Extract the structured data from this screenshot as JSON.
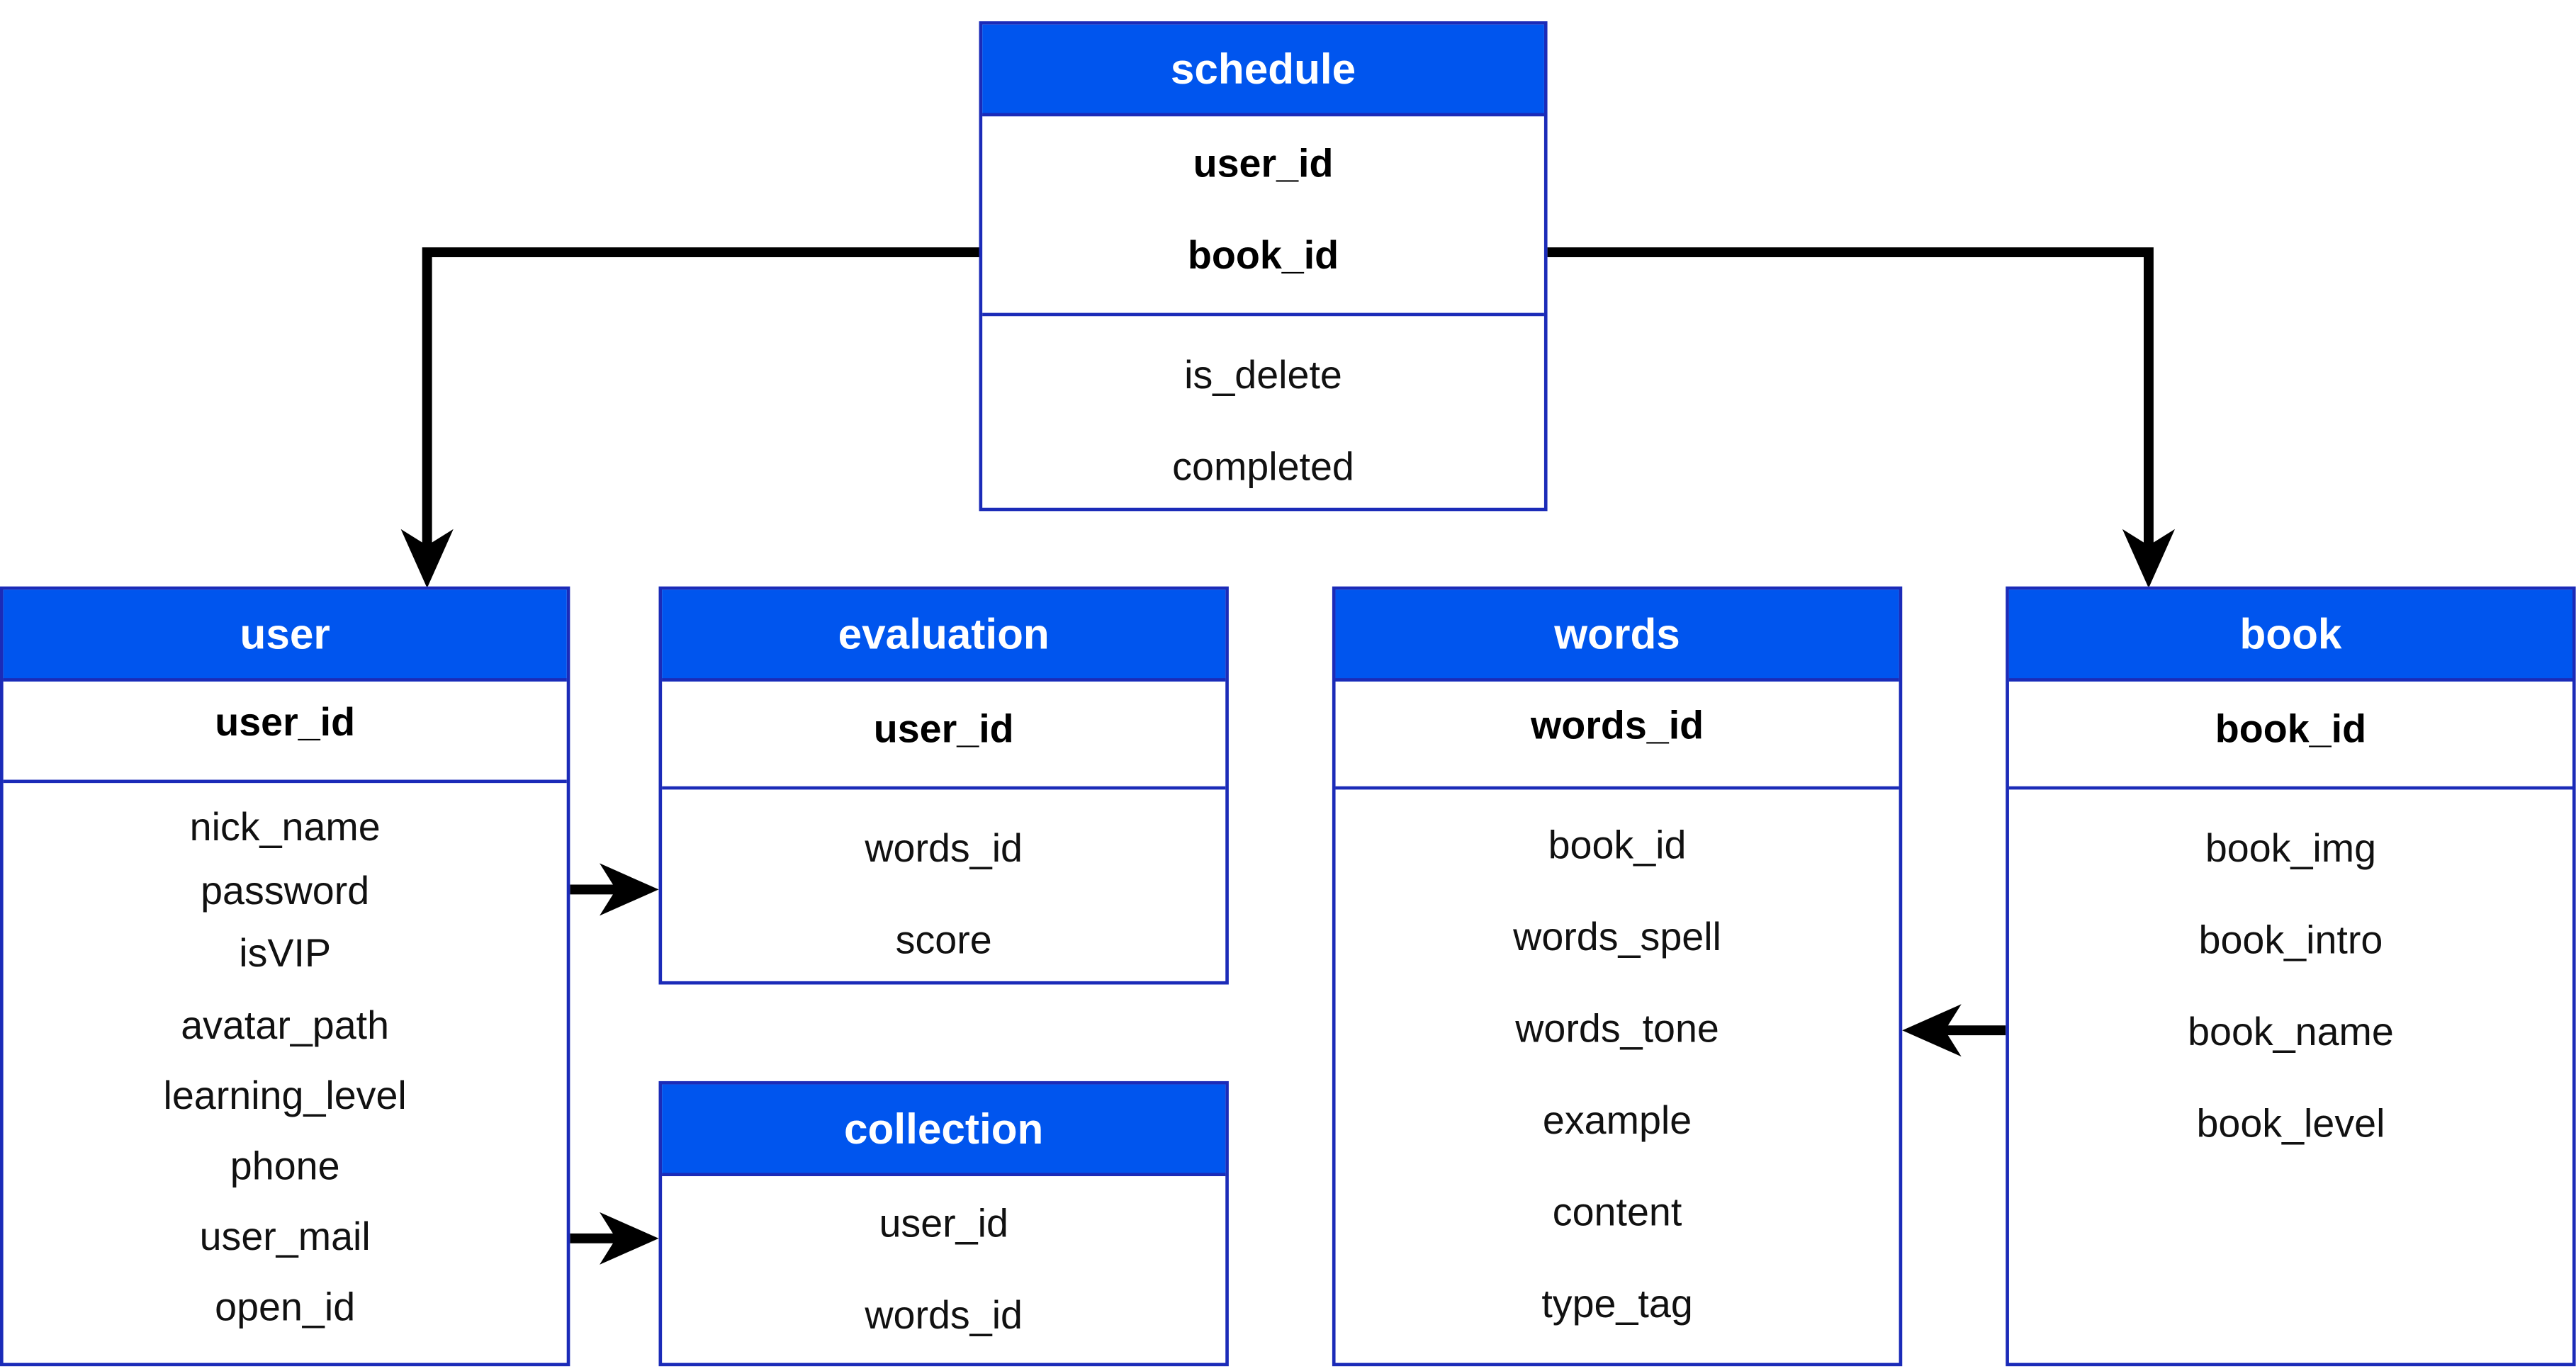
{
  "colors": {
    "header_fill": "#0055ee",
    "border": "#1b2bb8",
    "arrow": "#000000"
  },
  "entities": {
    "schedule": {
      "name": "schedule",
      "keys": [
        "user_id",
        "book_id"
      ],
      "fields": [
        "is_delete",
        "completed"
      ]
    },
    "user": {
      "name": "user",
      "keys": [
        "user_id"
      ],
      "fields": [
        "nick_name",
        "password",
        "isVIP",
        "avatar_path",
        "learning_level",
        "phone",
        "user_mail",
        "open_id"
      ]
    },
    "evaluation": {
      "name": "evaluation",
      "keys": [
        "user_id"
      ],
      "fields": [
        "words_id",
        "score"
      ]
    },
    "collection": {
      "name": "collection",
      "fields": [
        "user_id",
        "words_id"
      ]
    },
    "words": {
      "name": "words",
      "keys": [
        "words_id"
      ],
      "fields": [
        "book_id",
        "words_spell",
        "words_tone",
        "example",
        "content",
        "type_tag"
      ]
    },
    "book": {
      "name": "book",
      "keys": [
        "book_id"
      ],
      "fields": [
        "book_img",
        "book_intro",
        "book_name",
        "book_level"
      ]
    }
  },
  "relations": [
    {
      "from": "schedule",
      "to": "user"
    },
    {
      "from": "schedule",
      "to": "book"
    },
    {
      "from": "user",
      "to": "evaluation"
    },
    {
      "from": "user",
      "to": "collection"
    },
    {
      "from": "book",
      "to": "words"
    }
  ]
}
